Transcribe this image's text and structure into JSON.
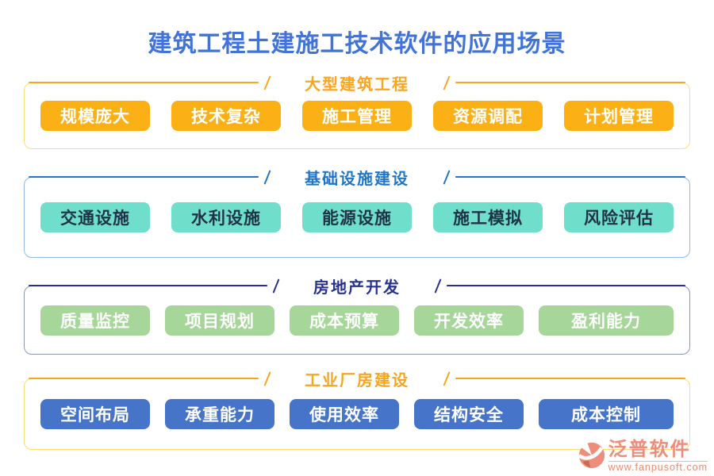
{
  "page": {
    "title": "建筑工程土建施工技术软件的应用场景"
  },
  "sections": [
    {
      "title": "大型建筑工程",
      "items": [
        "规模庞大",
        "技术复杂",
        "施工管理",
        "资源调配",
        "计划管理"
      ]
    },
    {
      "title": "基础设施建设",
      "items": [
        "交通设施",
        "水利设施",
        "能源设施",
        "施工模拟",
        "风险评估"
      ]
    },
    {
      "title": "房地产开发",
      "items": [
        "质量监控",
        "项目规划",
        "成本预算",
        "开发效率",
        "盈利能力"
      ]
    },
    {
      "title": "工业厂房建设",
      "items": [
        "空间布局",
        "承重能力",
        "使用效率",
        "结构安全",
        "成本控制"
      ]
    }
  ],
  "footer": {
    "brand": "泛普软件",
    "website": "www.fanpusoft.com",
    "brand_icon": "fanpu-logo-icon"
  },
  "colors": {
    "title_text": "#4273D8",
    "section1_accent": "#F7A723",
    "section1_button_bg": "#FBB116",
    "section1_button_text": "#FFFFFF",
    "section1_border": "#FFDD77",
    "section2_accent": "#2176C7",
    "section2_button_bg": "#6FDECB",
    "section2_button_text": "#1F3347",
    "section2_border": "#8FBBE3",
    "section3_accent": "#27338F",
    "section3_button_bg": "#A6D699",
    "section3_button_text": "#FFFFFF",
    "section3_border": "#8E95BA",
    "section4_accent": "#F6A51D",
    "section4_button_bg": "#4674C9",
    "section4_button_text": "#FFFFFF",
    "section4_border": "#FFDC72",
    "brand_text": "#ED8E7C"
  }
}
